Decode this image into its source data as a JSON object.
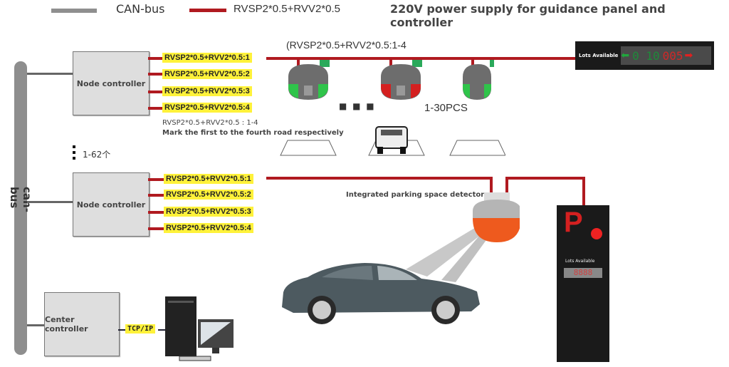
{
  "legend": {
    "can_bus_label": "CAN-bus",
    "cable_label": "RVSP2*0.5+RVV2*0.5",
    "can_bus_color": "#8f8f8f",
    "cable_color": "#b01a20"
  },
  "title": "220V power supply for guidance panel and controller",
  "bus": {
    "label": "can-bus"
  },
  "node_controllers": [
    {
      "label": "Node controller",
      "lines": [
        "RVSP2*0.5+RVV2*0.5:1",
        "RVSP2*0.5+RVV2*0.5:2",
        "RVSP2*0.5+RVV2*0.5:3",
        "RVSP2*0.5+RVV2*0.5:4"
      ]
    },
    {
      "label": "Node controller",
      "lines": [
        "RVSP2*0.5+RVV2*0.5:1",
        "RVSP2*0.5+RVV2*0.5:2",
        "RVSP2*0.5+RVV2*0.5:3",
        "RVSP2*0.5+RVV2*0.5:4"
      ]
    }
  ],
  "notes": {
    "line_range": "RVSP2*0.5+RVV2*0.5 : 1-4",
    "line_desc": "Mark the first to the fourth road respectively",
    "node_count": "1-62个",
    "cable_top": "(RVSP2*0.5+RVV2*0.5:1-4",
    "sensor_count": "1-30PCS",
    "ellipsis": "■ ■ ■",
    "detector_label": "Integrated parking space detector"
  },
  "sensors": [
    {
      "status": "free",
      "color": "#2fc44a"
    },
    {
      "status": "occupied",
      "color": "#d42020"
    },
    {
      "status": "free",
      "color": "#2fc44a"
    }
  ],
  "guidance_panel": {
    "label": "Lots Available",
    "green_digits": "0 10",
    "red_digits": "005",
    "left_arrow_color": "#1fa83c",
    "right_arrow_color": "#e02020"
  },
  "outdoor_sign": {
    "letter": "P",
    "label": "Lots Available",
    "digits": "8888"
  },
  "center": {
    "label": "Center controller",
    "link_label": "TCP/IP"
  }
}
